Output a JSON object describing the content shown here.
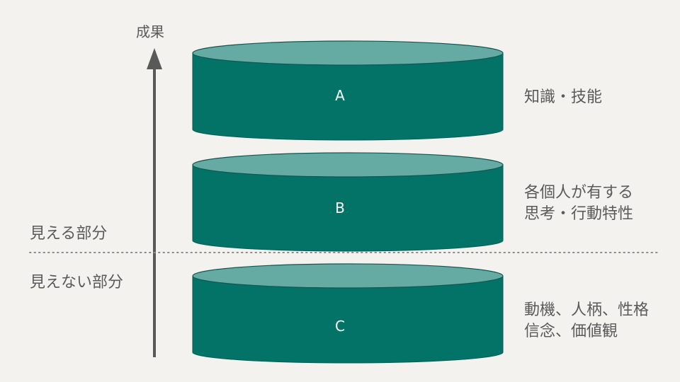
{
  "axis": {
    "label": "成果"
  },
  "zones": {
    "visible": "見える部分",
    "invisible": "見えない部分"
  },
  "layers": [
    {
      "letter": "A",
      "description": "知識・技能"
    },
    {
      "letter": "B",
      "description": "各個人が有する\n思考・行動特性"
    },
    {
      "letter": "C",
      "description": "動機、人柄、性格\n信念、価値観"
    }
  ],
  "colors": {
    "background": "#f4f2ef",
    "disk_side": "#037367",
    "disk_top": "#66aaa4",
    "disk_edge": "#0d5a52",
    "arrow": "#595959",
    "divider": "#8a8a8a"
  }
}
